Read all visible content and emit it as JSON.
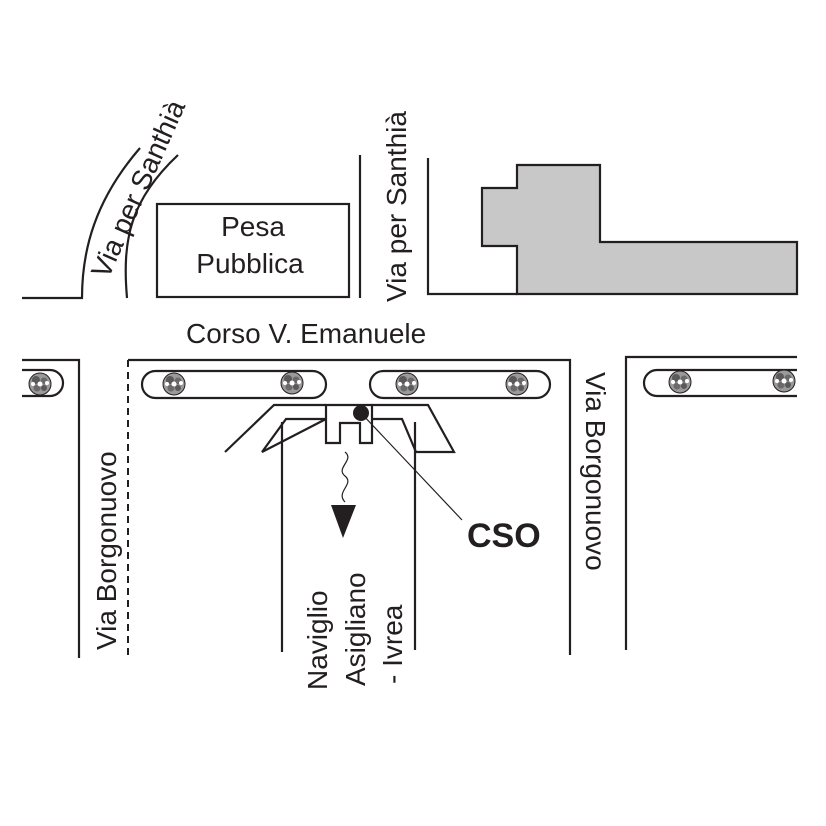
{
  "map": {
    "streets": {
      "via_per_santhia_left": "Via per Santhià",
      "via_per_santhia_right": "Via per Santhià",
      "corso": "Corso V. Emanuele",
      "via_borgonuovo_left": "Via Borgonuovo",
      "via_borgonuovo_right": "Via Borgonuovo"
    },
    "landmark": {
      "line1": "Pesa",
      "line2": "Pubblica"
    },
    "direction": {
      "line1": "Naviglio",
      "line2": "Asigliano",
      "line3": "- Ivrea"
    },
    "marker": {
      "label": "CSO"
    },
    "colors": {
      "line": "#231f20",
      "building_fill": "#c8c8c8",
      "tree_fill": "#9a9a9a"
    },
    "icons": [
      "tree-icon",
      "arrow-down-icon",
      "location-dot-icon"
    ]
  }
}
